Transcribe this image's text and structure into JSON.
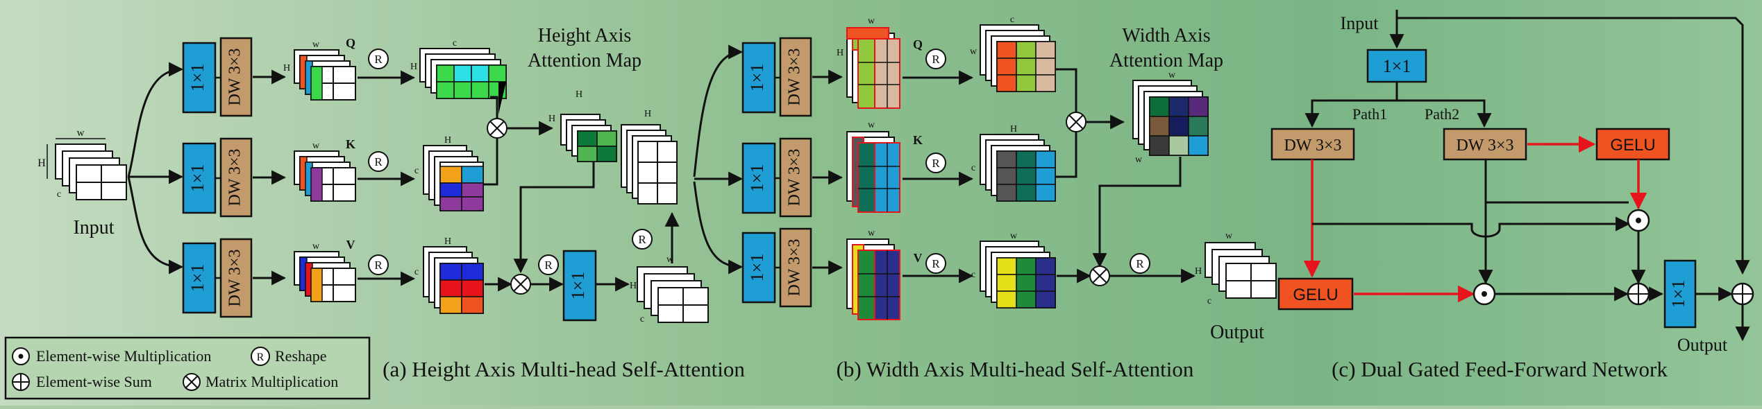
{
  "labels": {
    "input": "Input",
    "output": "Output",
    "op1x1": "1×1",
    "dw": "DW 3×3",
    "gelu": "GELU",
    "q": "Q",
    "k": "K",
    "v": "V",
    "reshape": "R",
    "dim_h": "H",
    "dim_w": "W",
    "dim_c": "C",
    "dim_c_lower": "c",
    "dim_w_lower": "w",
    "path1": "Path1",
    "path2": "Path2",
    "height_map_line1": "Height Axis",
    "height_map_line2": "Attention Map",
    "width_map_line1": "Width Axis",
    "width_map_line2": "Attention Map"
  },
  "captions": {
    "a": "(a) Height Axis Multi-head Self-Attention",
    "b": "(b) Width Axis Multi-head Self-Attention",
    "c": "(c) Dual Gated Feed-Forward Network"
  },
  "legend": {
    "elementwise_mul": "Element-wise Multiplication",
    "reshape": "Reshape",
    "elementwise_sum": "Element-wise Sum",
    "matrix_mul": "Matrix Multiplication"
  },
  "colors": {
    "conv1x1": "#1f9ed6",
    "dwconv": "#c39a6b",
    "gelu": "#f05322",
    "red_arrow": "#e8141c"
  }
}
